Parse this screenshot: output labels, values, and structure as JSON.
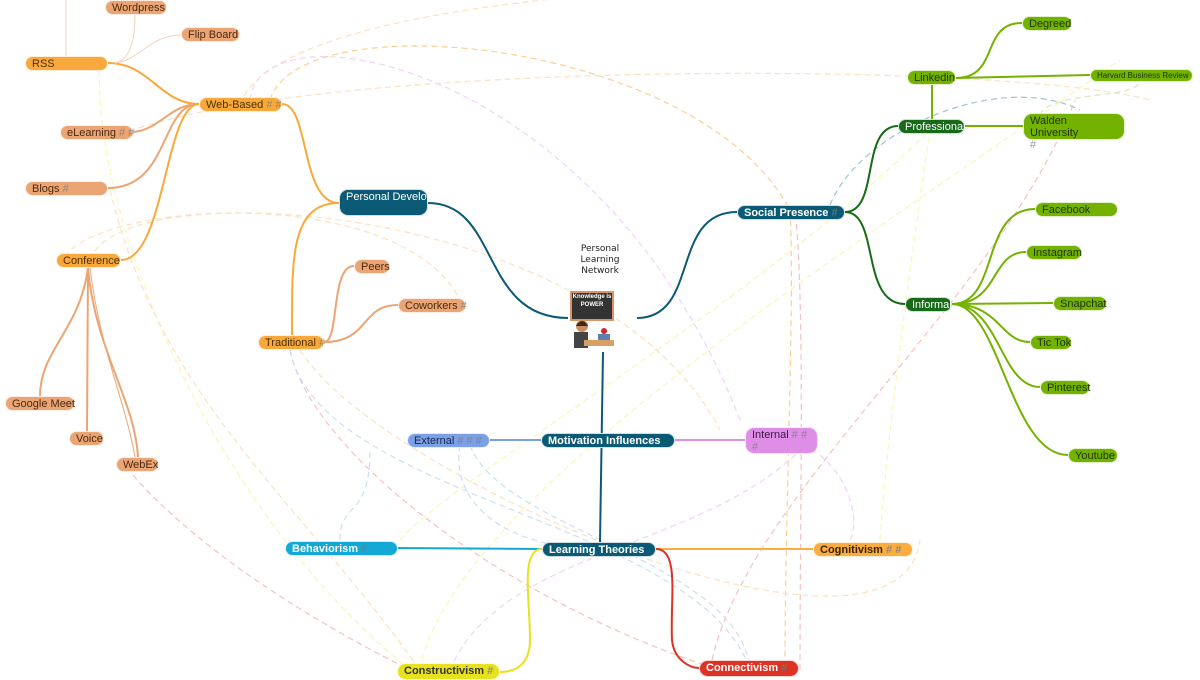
{
  "center": {
    "title": "Personal Learning Network",
    "image_text": "Knowledge is POWER",
    "image": "bitmoji-teacher-at-desk"
  },
  "branches": {
    "personal_development": {
      "label": "Personal Development",
      "web_based": {
        "label": "Web-Based",
        "marks": "# #",
        "items": [
          {
            "label": "Wordpress",
            "marks": ""
          },
          {
            "label": "Flip Board",
            "marks": ""
          },
          {
            "label": "RSS",
            "marks": ""
          },
          {
            "label": "eLearning",
            "marks": "# #"
          },
          {
            "label": "Blogs",
            "marks": "#"
          },
          {
            "label": "Conference",
            "marks": ""
          }
        ]
      },
      "conference_items": [
        "Google Meet",
        "Voice",
        "WebEx"
      ],
      "traditional": {
        "label": "Traditional",
        "marks": "#",
        "items": [
          {
            "label": "Peers",
            "marks": ""
          },
          {
            "label": "Coworkers",
            "marks": "#"
          }
        ]
      }
    },
    "social_presence": {
      "label": "Social Presence",
      "marks": "#",
      "professional": {
        "label": "Professional",
        "linkedin": "Linkedin",
        "items": [
          {
            "label": "Degreed",
            "marks": ""
          },
          {
            "label": "Harvard Business Review",
            "marks": ""
          },
          {
            "label": "Walden University",
            "marks": "#"
          }
        ]
      },
      "informal": {
        "label": "Informal",
        "items": [
          "Facebook",
          "Instagram",
          "Snapchat",
          "Tic Tok",
          "Pinterest",
          "Youtube"
        ]
      }
    },
    "motivation": {
      "label": "Motivation Influences",
      "external": {
        "label": "External",
        "marks": "# # #"
      },
      "internal": {
        "label": "Internal",
        "marks": "# # #"
      }
    },
    "learning_theories": {
      "label": "Learning Theories",
      "behaviorism": {
        "label": "Behaviorism",
        "marks": "#"
      },
      "cognitivism": {
        "label": "Cognitivism",
        "marks": "# #"
      },
      "constructivism": {
        "label": "Constructivism",
        "marks": "#"
      },
      "connectivism": {
        "label": "Connectivism",
        "marks": "#"
      }
    }
  },
  "colors": {
    "main": "#0b5a75",
    "web": "#f9a93b",
    "sub": "#eba574",
    "professional": "#176b18",
    "social": "#73b300",
    "internal": "#de8ee6",
    "external": "#7ba0e6",
    "behaviorism": "#14a8d6",
    "cognitivism": "#fbad3f",
    "constructivism": "#e8e21e",
    "connectivism": "#dc3324"
  }
}
